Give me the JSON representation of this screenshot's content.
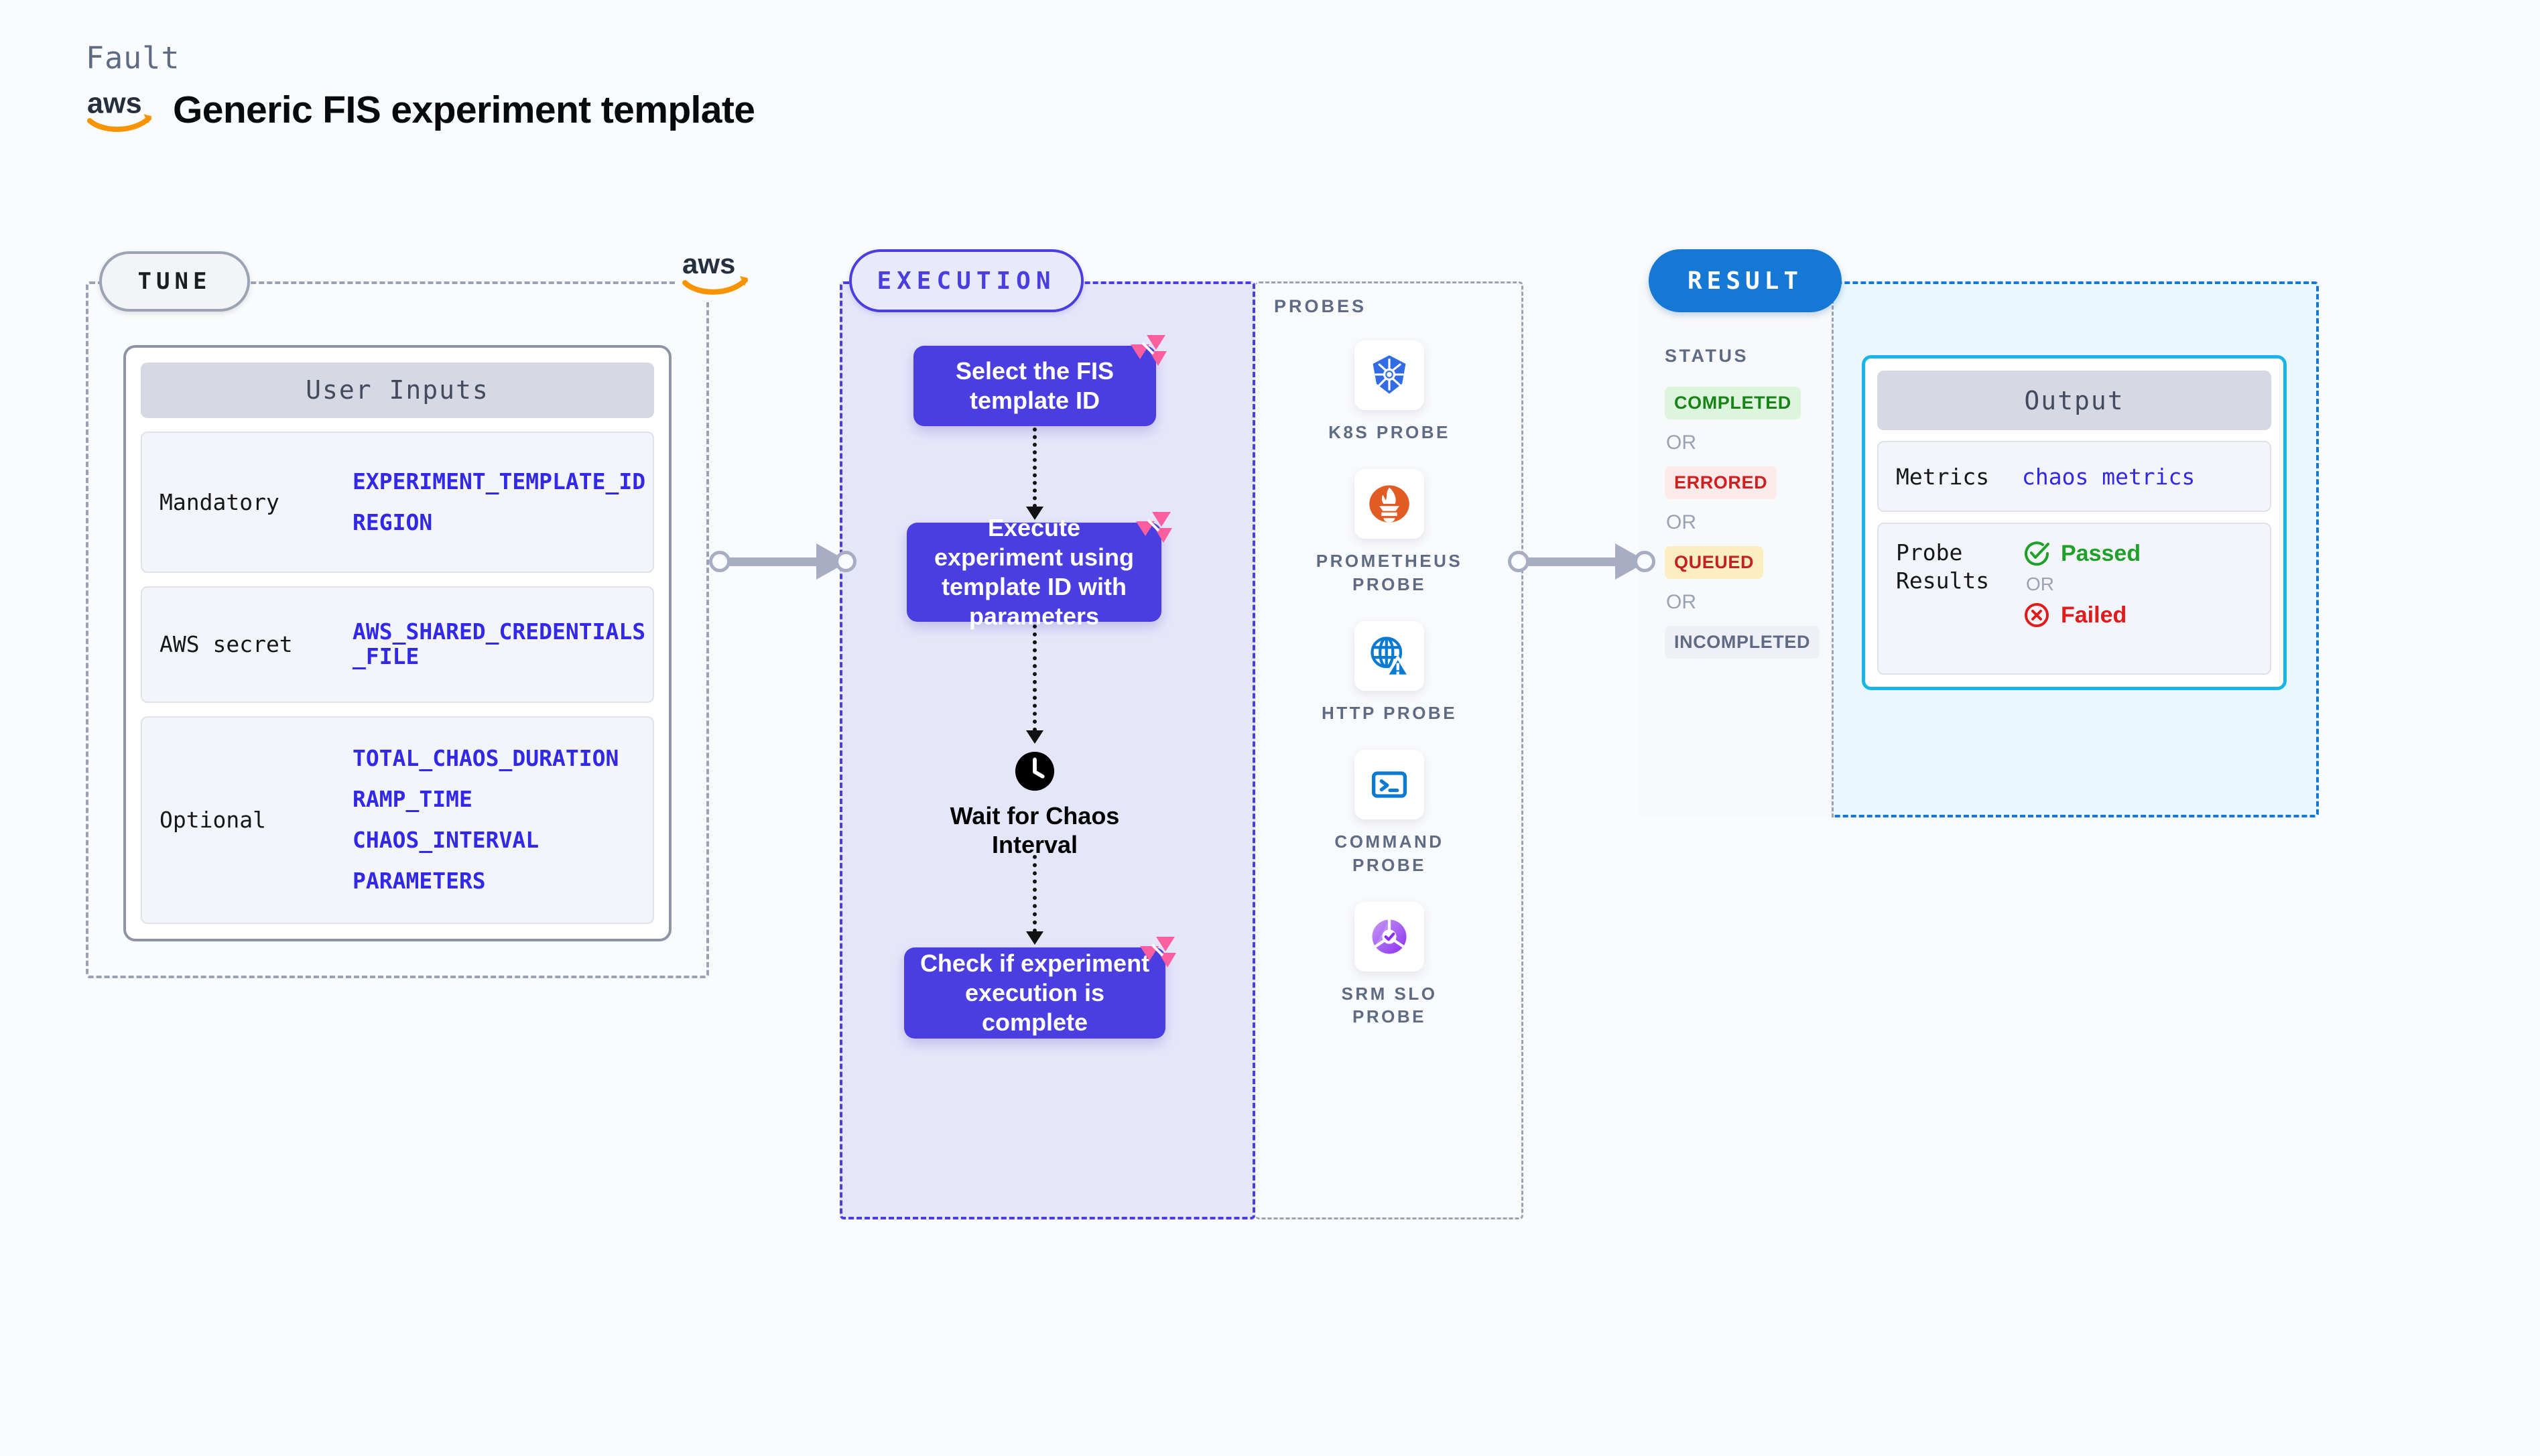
{
  "header": {
    "eyebrow": "Fault",
    "title": "Generic FIS experiment template",
    "logo": "aws-logo"
  },
  "tune": {
    "chip_label": "TUNE",
    "card_title": "User Inputs",
    "rows": [
      {
        "label": "Mandatory",
        "values": [
          "EXPERIMENT_TEMPLATE_ID",
          "REGION"
        ]
      },
      {
        "label": "AWS secret",
        "values": [
          "AWS_SHARED_CREDENTIALS\n_FILE"
        ]
      },
      {
        "label": "Optional",
        "values": [
          "TOTAL_CHAOS_DURATION",
          "RAMP_TIME",
          "CHAOS_INTERVAL",
          "PARAMETERS"
        ]
      }
    ]
  },
  "execution": {
    "chip_label": "EXECUTION",
    "steps": [
      {
        "text": "Select the FIS template ID",
        "badge": "harness-chaos-icon"
      },
      {
        "text": "Execute experiment using template ID with parameters",
        "badge": "harness-chaos-icon"
      },
      {
        "text": "Check if experiment execution is complete",
        "badge": "harness-chaos-icon"
      }
    ],
    "wait_node": {
      "icon": "clock-icon",
      "label": "Wait for Chaos Interval"
    }
  },
  "probes": {
    "title": "PROBES",
    "items": [
      {
        "name": "K8S PROBE",
        "icon": "kubernetes-icon"
      },
      {
        "name": "PROMETHEUS PROBE",
        "icon": "prometheus-icon"
      },
      {
        "name": "HTTP PROBE",
        "icon": "http-globe-warning-icon"
      },
      {
        "name": "COMMAND PROBE",
        "icon": "terminal-icon"
      },
      {
        "name": "SRM SLO PROBE",
        "icon": "srm-slo-icon"
      }
    ]
  },
  "result": {
    "chip_label": "RESULT",
    "status_title": "STATUS",
    "or_label": "OR",
    "statuses": [
      {
        "label": "COMPLETED",
        "bg": "#dcf5dc",
        "fg": "#188418"
      },
      {
        "label": "ERRORED",
        "bg": "#fdeaea",
        "fg": "#cf2020"
      },
      {
        "label": "QUEUED",
        "bg": "#fdeec2",
        "fg": "#c22222"
      },
      {
        "label": "INCOMPLETED",
        "bg": "#eef0f5",
        "fg": "#5f6b85"
      }
    ],
    "output": {
      "title": "Output",
      "metrics_label": "Metrics",
      "metrics_value": "chaos metrics",
      "probe_results_label": "Probe Results",
      "passed_label": "Passed",
      "failed_label": "Failed",
      "or_label": "OR",
      "passed_color": "#1fa02a",
      "failed_color": "#e01b1b"
    }
  },
  "colors": {
    "background": "#fafbfc",
    "tune_border": "#9aa2b4",
    "execution_accent": "#4b3ee0",
    "result_accent": "#1478d4",
    "output_accent": "#19b5e8",
    "variable_text": "#3128e8",
    "aws_orange": "#f79400",
    "connector": "#a8adc4"
  }
}
